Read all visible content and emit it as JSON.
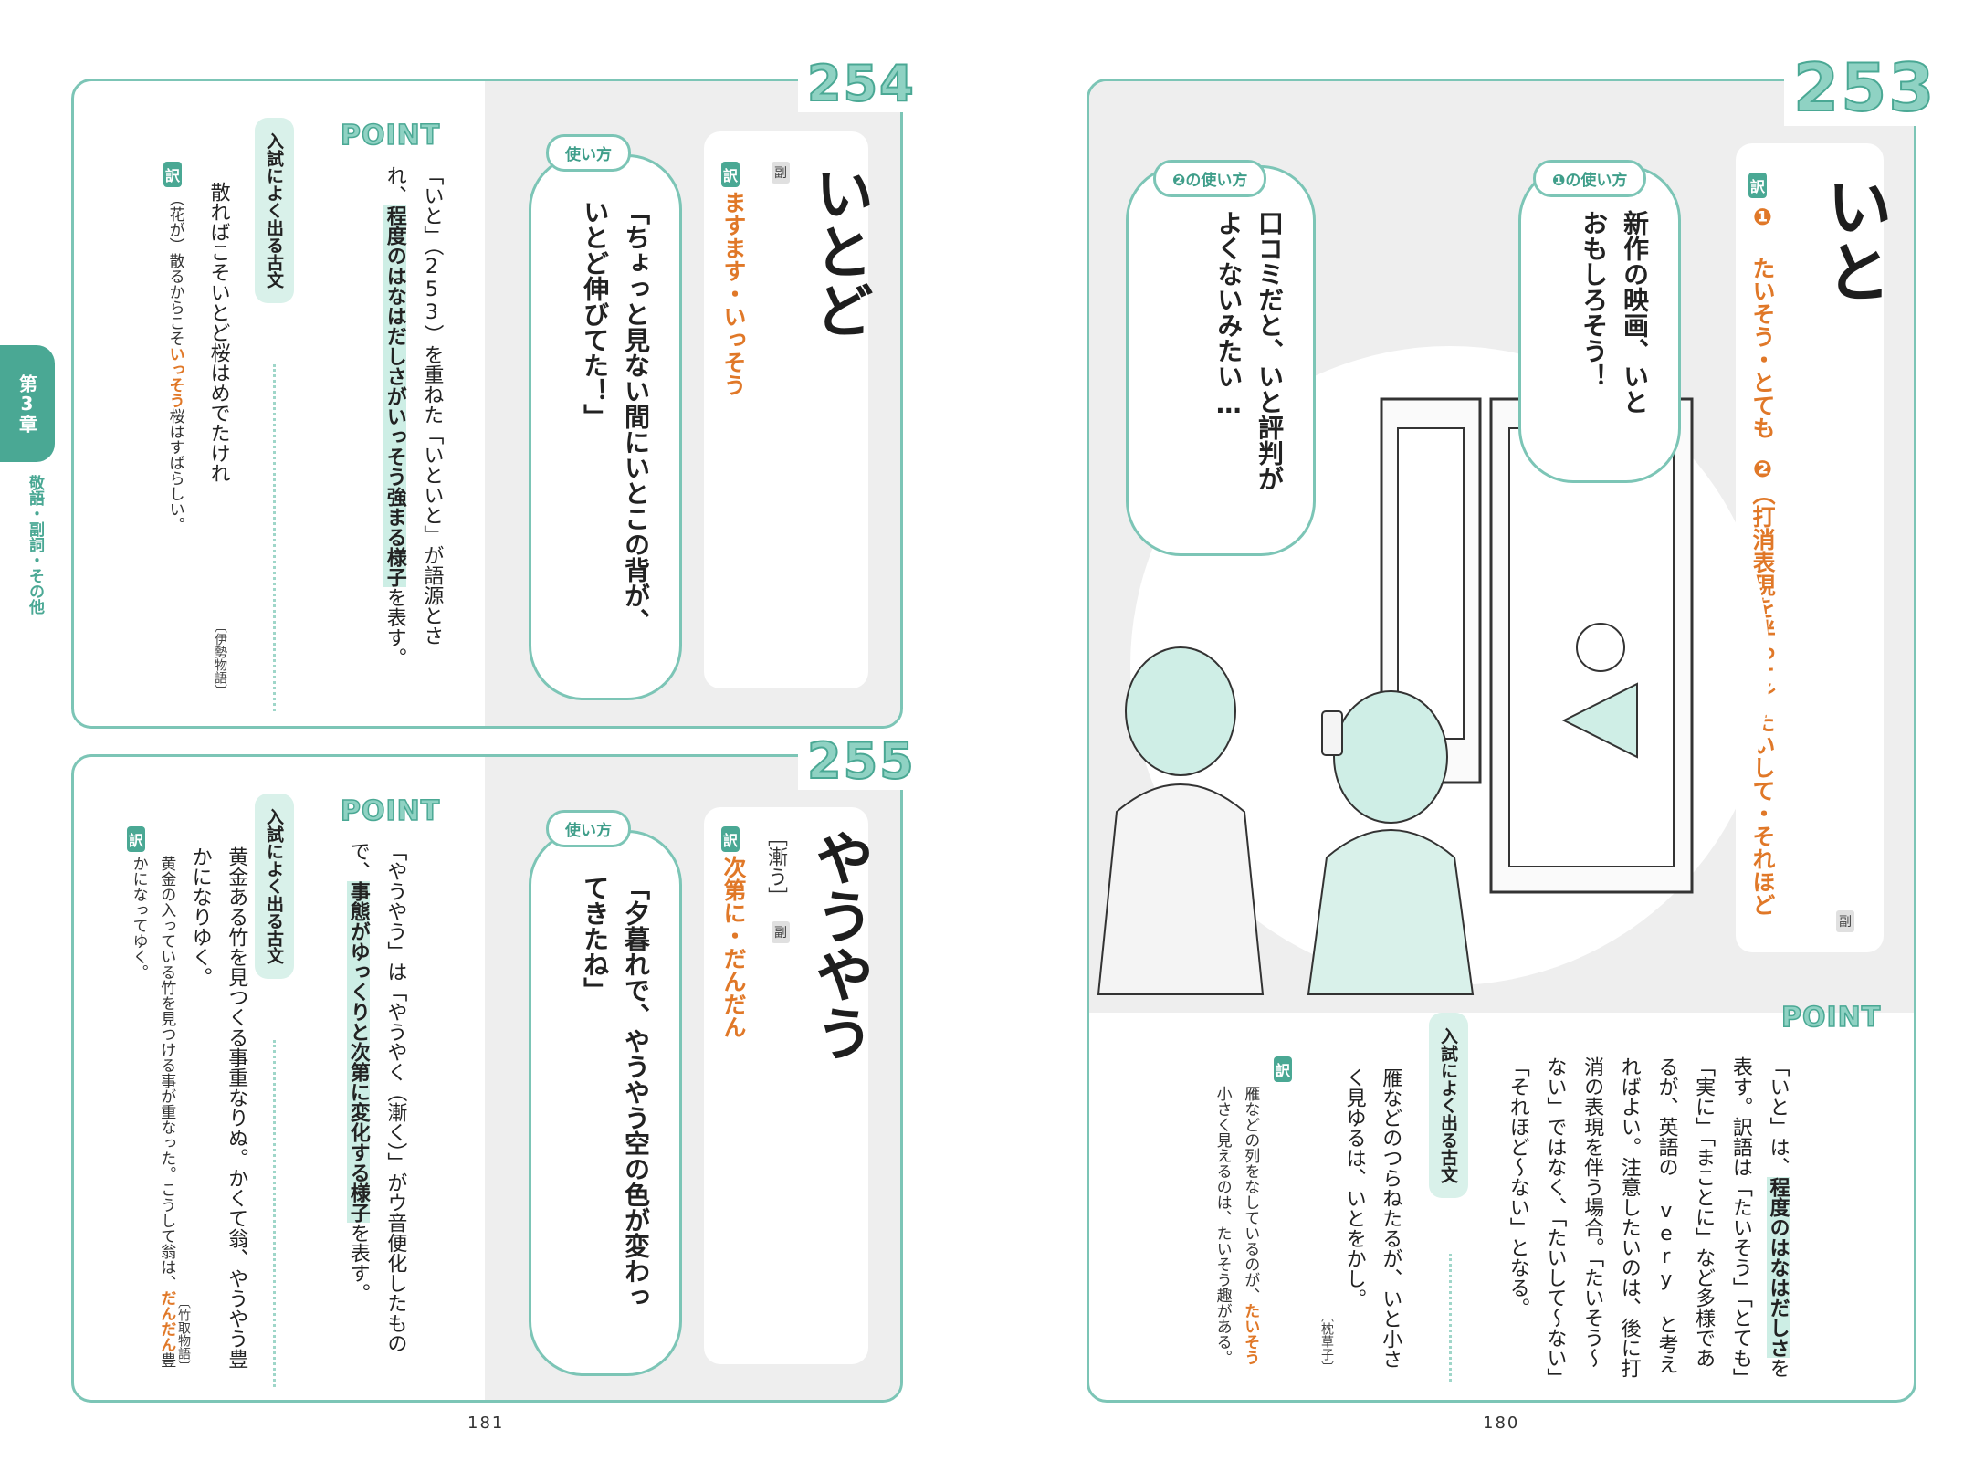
{
  "sidebar": {
    "chapter": "第3章",
    "subtitle": "敬語・副詞・その他"
  },
  "e254": {
    "number": "254",
    "headword": "いとど",
    "pos": "副",
    "yaku": "訳",
    "meaning": "ますます・いっそう",
    "usage_label": "使い方",
    "example": "「ちょっと見ない間にいとこの背が、いとど伸びてた！」",
    "point_label": "POINT",
    "point_body_1": "「いと」（253）を重ねた「いといと」が語源とされ、",
    "point_highlight": "程度のはなはだしさがいっそう強まる様子",
    "point_body_2": "を表す。",
    "nyushi_label": "入試によく出る古文",
    "classic": "散ればこそいとど桜はめでたけれ",
    "classic_source": "〔伊勢物語〕",
    "translation_1": "（花が）散るからこそ",
    "translation_orange": "いっそう",
    "translation_2": "桜はすばらしい。"
  },
  "e255": {
    "number": "255",
    "headword": "やうやう",
    "kanji": "［漸う］",
    "pos": "副",
    "yaku": "訳",
    "meaning": "次第に・だんだん",
    "usage_label": "使い方",
    "example": "「夕暮れで、やうやう空の色が変わってきたね」",
    "point_label": "POINT",
    "point_body_1": "「やうやう」は「やうやく（漸く）」がウ音便化したもので、",
    "point_highlight": "事態がゆっくりと次第に変化する様子",
    "point_body_2": "を表す。",
    "nyushi_label": "入試によく出る古文",
    "classic": "黄金ある竹を見つくる事重なりぬ。かくて翁、やうやう豊かになりゆく。",
    "classic_source": "〔竹取物語〕",
    "translation_1": "黄金の入っている竹を見つける事が重なった。こうして翁は、",
    "translation_orange": "だんだん",
    "translation_2": "豊かになってゆく。"
  },
  "e253": {
    "number": "253",
    "headword": "いと",
    "pos": "副",
    "yaku": "訳",
    "meaning_1": "❶ たいそう・とても",
    "meaning_2": "❷（打消表現を伴って）たいして・それほど",
    "usage1_label": "❶の使い方",
    "usage2_label": "❷の使い方",
    "bubble1": "新作の映画、いとおもしろそう！",
    "bubble2": "口コミだと、いと評判がよくないみたい…",
    "point_label": "POINT",
    "point_body_1": "「いと」は、",
    "point_highlight": "程度のはなはだしさ",
    "point_body_2": "を表す。訳語は「たいそう」「とても」「実に」「まことに」など多様であるが、英語の very と考えればよい。注意したいのは、後に打消の表現を伴う場合。「たいそう〜ない」ではなく、「たいして〜ない」「それほど〜ない」となる。",
    "nyushi_label": "入試によく出る古文",
    "classic": "雁などのつらねたるが、いと小さく見ゆるは、いとをかし。",
    "classic_source": "〔枕草子〕",
    "translation_1": "雁などの列をなしているのが、",
    "translation_orange": "たいそう",
    "translation_2": "小さく見えるのは、たいそう趣がある。"
  },
  "page_numbers": {
    "left": "181",
    "right": "180"
  }
}
